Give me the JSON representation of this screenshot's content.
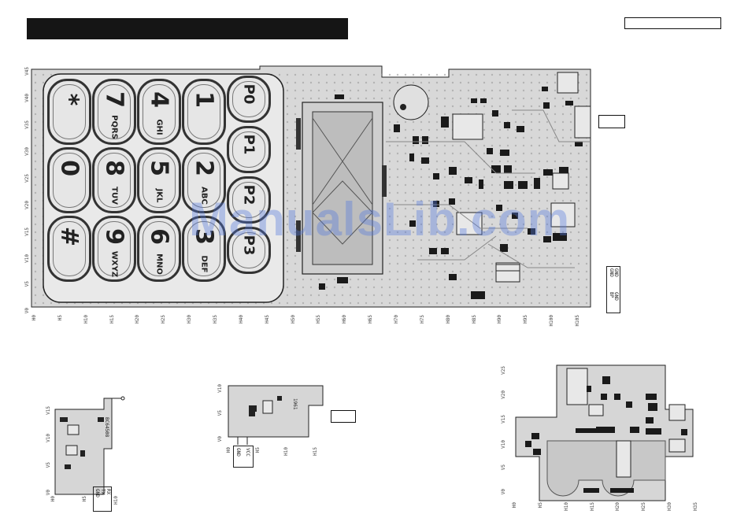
{
  "header": {
    "title": "",
    "reference": ""
  },
  "watermark": "ManualsLib.com",
  "keypad": {
    "keys": [
      {
        "main": "*",
        "sub": "",
        "col": 0,
        "row": 0
      },
      {
        "main": "7",
        "sub": "PQRS",
        "col": 1,
        "row": 0
      },
      {
        "main": "4",
        "sub": "GHI",
        "col": 2,
        "row": 0
      },
      {
        "main": "1",
        "sub": "",
        "col": 3,
        "row": 0
      },
      {
        "main": "P0",
        "sub": "",
        "col": 4,
        "row": 0
      },
      {
        "main": "0",
        "sub": "",
        "col": 0,
        "row": 1
      },
      {
        "main": "8",
        "sub": "TUV",
        "col": 1,
        "row": 1
      },
      {
        "main": "5",
        "sub": "JKL",
        "col": 2,
        "row": 1
      },
      {
        "main": "2",
        "sub": "ABC",
        "col": 3,
        "row": 1
      },
      {
        "main": "P1",
        "sub": "",
        "col": 4,
        "row": 1
      },
      {
        "main": "#",
        "sub": "",
        "col": 0,
        "row": 2
      },
      {
        "main": "9",
        "sub": "WXYZ",
        "col": 1,
        "row": 2
      },
      {
        "main": "6",
        "sub": "MNO",
        "col": 2,
        "row": 2
      },
      {
        "main": "3",
        "sub": "DEF",
        "col": 3,
        "row": 2
      },
      {
        "main": "P2",
        "sub": "",
        "col": 4,
        "row": 2
      },
      {
        "main": "P3",
        "sub": "",
        "col": 4,
        "row": 3
      }
    ]
  },
  "main_board": {
    "x_ticks": [
      "H0",
      "H5",
      "H10",
      "H15",
      "H20",
      "H25",
      "H30",
      "H35",
      "H40",
      "H45",
      "H50",
      "H55",
      "H60",
      "H65",
      "H70",
      "H75",
      "H80",
      "H85",
      "H90",
      "H95",
      "H100",
      "H105"
    ],
    "y_ticks": [
      "V45",
      "V40",
      "V35",
      "V30",
      "V25",
      "V20",
      "V15",
      "V10",
      "V5",
      "V0"
    ],
    "side_labels": [
      "GND",
      "GND",
      "BP",
      "GND"
    ]
  },
  "board_a": {
    "x_ticks": [
      "H0",
      "H5",
      "H10"
    ],
    "y_ticks": [
      "V15",
      "V10",
      "V5",
      "V0"
    ],
    "pin_labels": [
      "GND",
      "TX",
      "RX"
    ],
    "part_label": "BC64508"
  },
  "board_b": {
    "x_ticks": [
      "H0",
      "H5",
      "H10",
      "H15"
    ],
    "y_ticks": [
      "V10",
      "V5",
      "V0"
    ],
    "pin_labels": [
      "GND",
      "VCC"
    ],
    "part_label": "1961"
  },
  "board_c": {
    "x_ticks": [
      "H0",
      "H5",
      "H10",
      "H15",
      "H20",
      "H25",
      "H30",
      "H35"
    ],
    "y_ticks": [
      "V25",
      "V20",
      "V15",
      "V10",
      "V5",
      "V0"
    ]
  },
  "colors": {
    "board": "#d8d8d8",
    "trace": "#b5b5b5",
    "ink": "#111111",
    "watermark": "#5578dc"
  }
}
